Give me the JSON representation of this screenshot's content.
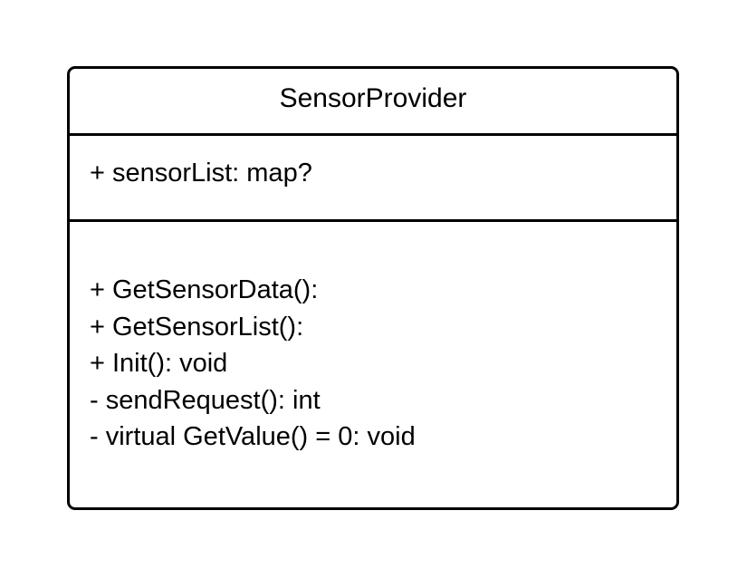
{
  "class": {
    "name": "SensorProvider",
    "attributes": [
      "+ sensorList: map?"
    ],
    "operations": [
      "+ GetSensorData():",
      "+ GetSensorList():",
      "+ Init(): void",
      "- sendRequest(): int",
      "- virtual GetValue() = 0: void"
    ]
  },
  "colors": {
    "stroke": "#000000",
    "fill": "#ffffff",
    "text": "#000000"
  }
}
